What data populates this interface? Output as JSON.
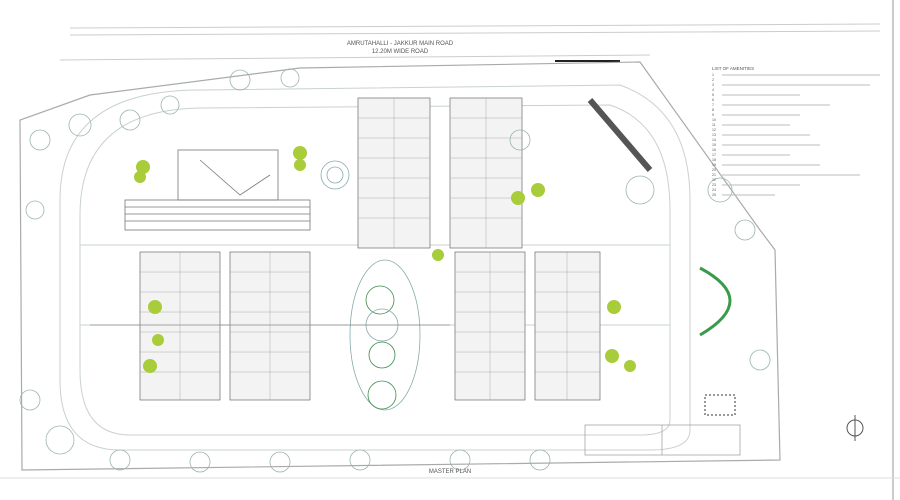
{
  "drawing": {
    "road_name": "AMRUTAHALLI - JAKKUR MAIN ROAD",
    "road_width": "12.20M WIDE ROAD",
    "title": "MASTER PLAN",
    "legend_title": "LIST OF AMENITIES",
    "legend_items": [
      "1",
      "2",
      "3",
      "4",
      "5",
      "6",
      "7",
      "8",
      "9",
      "10",
      "11",
      "12",
      "13",
      "14",
      "15",
      "16",
      "17",
      "18",
      "19",
      "20",
      "21",
      "22",
      "23",
      "24",
      "25"
    ],
    "colors": {
      "tree": "#a8cc3a",
      "line": "#9aa8a4",
      "green_edge": "#3a9a4a"
    }
  }
}
